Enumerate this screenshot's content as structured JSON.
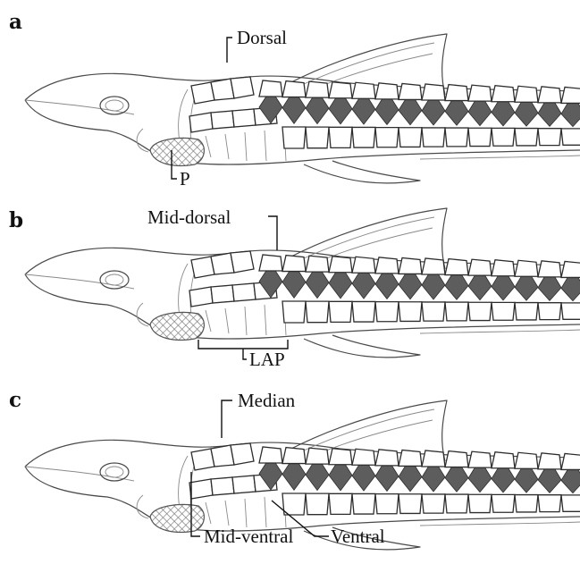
{
  "panels": [
    {
      "letter": "a",
      "labels": {
        "dorsal": "Dorsal",
        "p": "P"
      }
    },
    {
      "letter": "b",
      "labels": {
        "mid_dorsal": "Mid-dorsal",
        "lap": "LAP"
      }
    },
    {
      "letter": "c",
      "labels": {
        "median": "Median",
        "mid_ventral": "Mid-ventral",
        "ventral": "Ventral"
      }
    }
  ],
  "colors": {
    "ink": "#111111",
    "outline": "#4a4a4a",
    "scute_fill": "#5d5d5d"
  }
}
